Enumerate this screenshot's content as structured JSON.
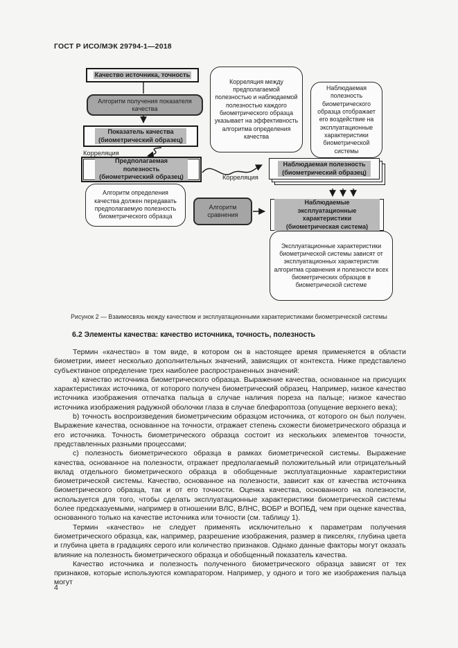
{
  "colors": {
    "page_background": "#f5f5f3",
    "ink": "#1f1f1f",
    "box_fill": "#fbfbfb",
    "gray_box_fill": "#a5a5a5",
    "label_highlight": "#b9b9b9"
  },
  "page": {
    "header": "ГОСТ Р ИСО/МЭК 29794-1—2018",
    "page_number": "4"
  },
  "figure": {
    "caption": "Рисунок 2 — Взаимосвязь между качеством и эксплуатационными характеристиками биометрической системы",
    "labels": {
      "correlation_left": "Корреляция",
      "correlation_mid": "Корреляция"
    },
    "nodes": {
      "source_quality": "Качество источника, точность",
      "quality_algorithm": "Алгоритм получения показателя качества",
      "quality_score": "Показатель качества (биометрический образец)",
      "predicted_utility": "Предполагаемая полезность (биометрический образец)",
      "observed_utility": "Наблюдаемая полезность (биометрический образец)",
      "comparison_algorithm": "Алгоритм сравнения",
      "observed_performance": "Наблюдаемые эксплуатационные характеристики (биометрическая система)"
    },
    "notes": {
      "correlation": "Корреляция между предполагаемой полезностью и наблюдаемой полезностью каждого биометрического образца указывает на эффективность алгоритма определения качества",
      "observed_utility": "Наблюдаемая полезность биометрического образца отображает его воздействие на эксплуатационные характеристики биометрической системы",
      "quality_algorithm": "Алгоритм определения качества должен передавать предполагаемую полезность биометрического образца",
      "performance": "Эксплуатационные характеристики биометрической системы зависят от эксплуатационных характеристик алгоритма сравнения и полезности всех биометрических образцов в биометрической системе"
    }
  },
  "section": {
    "heading": "6.2 Элементы качества: качество источника, точность, полезность",
    "paragraphs": [
      "Термин «качество» в том виде, в котором он в настоящее время применяется в области биометрии, имеет несколько дополнительных значений, зависящих от контекста. Ниже представлено субъективное определение трех наиболее распространенных значений:",
      "а) качество источника биометрического образца. Выражение качества, основанное на присущих характеристиках источника, от которого получен биометрический образец. Например, низкое качество источника изображения отпечатка пальца в случае наличия пореза на пальце; низкое качество источника изображения радужной оболочки глаза в случае блефароптоза (опущение верхнего века);",
      "b) точность воспроизведения биометрическим образцом источника, от которого он был получен. Выражение качества, основанное на точности, отражает степень схожести биометрического образца и его источника. Точность биометрического образца состоит из нескольких элементов точности, представленных разными процессами;",
      "с) полезность биометрического образца в рамках биометрической системы. Выражение качества, основанное на полезности, отражает предполагаемый положительный или отрицательный вклад отдельного биометрического образца в обобщенные эксплуатационные характеристики биометрической системы. Качество, основанное на полезности, зависит как от качества источника биометрического образца, так и от его точности. Оценка качества, основанного на полезности, используется для того, чтобы сделать эксплуатационные характеристики биометрической системы более предсказуемыми, например в отношении ВЛС, ВЛНС, ВОБР и ВОПБД, чем при оценке качества, основанного только на качестве источника или точности (см. таблицу 1).",
      "Термин «качество» не следует применять исключительно к параметрам получения биометрического образца, как, например, разрешение изображения, размер в пикселях, глубина цвета и глубина цвета в градациях серого или количество признаков. Однако данные факторы могут оказать влияние на полезность биометрического образца и обобщенный показатель качества.",
      "Качество источника и полезность полученного биометрического образца зависят от тех признаков, которые используются компаратором. Например, у одного и того же изображения пальца могут"
    ]
  }
}
